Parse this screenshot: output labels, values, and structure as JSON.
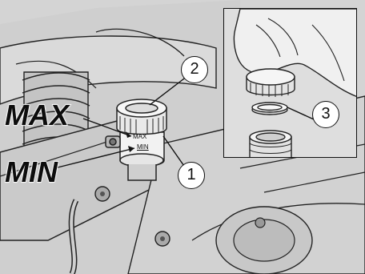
{
  "labels": {
    "max": "MAX",
    "min": "MIN",
    "scale_max": "MAX",
    "scale_min": "MIN"
  },
  "callouts": {
    "one": "1",
    "two": "2",
    "three": "3"
  },
  "colors": {
    "background": "#d4d4d4",
    "line": "#111111",
    "label_text": "#0d0d0d"
  }
}
